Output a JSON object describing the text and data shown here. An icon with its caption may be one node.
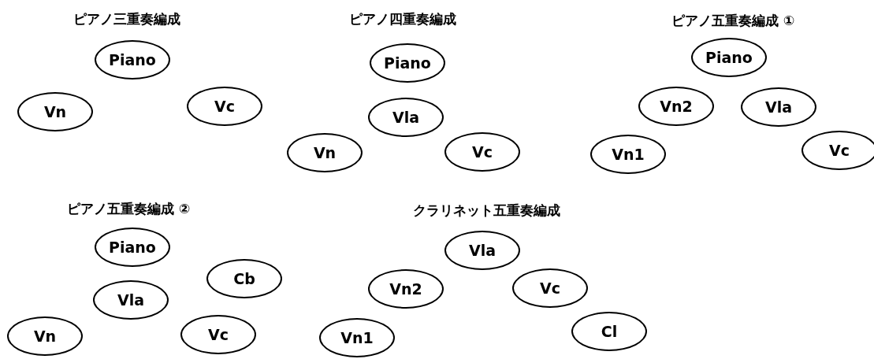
{
  "diagram": {
    "nodes": [
      {
        "text": [
          "Piano"
        ]
      },
      {
        "text": [
          "Vn"
        ]
      },
      {
        "text": [
          "Vc"
        ]
      },
      {
        "text": [
          "Piano"
        ]
      },
      {
        "text": [
          "Vla"
        ]
      },
      {
        "text": [
          "Vn"
        ]
      },
      {
        "text": [
          "Vc"
        ]
      },
      {
        "text": [
          "Piano"
        ]
      },
      {
        "text": [
          "Vn2"
        ]
      },
      {
        "text": [
          "Vla"
        ]
      },
      {
        "text": [
          "Vn1"
        ]
      },
      {
        "text": [
          "Vc"
        ]
      },
      {
        "text": [
          "Piano"
        ]
      },
      {
        "text": [
          "Cb"
        ]
      },
      {
        "text": [
          "Vla"
        ]
      },
      {
        "text": [
          "Vn"
        ]
      },
      {
        "text": [
          "Vc"
        ]
      },
      {
        "text": [
          "Vla"
        ]
      },
      {
        "text": [
          "Vn2"
        ]
      },
      {
        "text": [
          "Vc"
        ]
      },
      {
        "text": [
          "Vn1"
        ]
      },
      {
        "text": [
          "Cl"
        ]
      }
    ],
    "labels": [
      "ピアノ三重奏編成",
      "ピアノ四重奏編成",
      "ピアノ五重奏編成 ①",
      "ピアノ五重奏編成 ②",
      "クラリネット五重奏編成"
    ]
  }
}
